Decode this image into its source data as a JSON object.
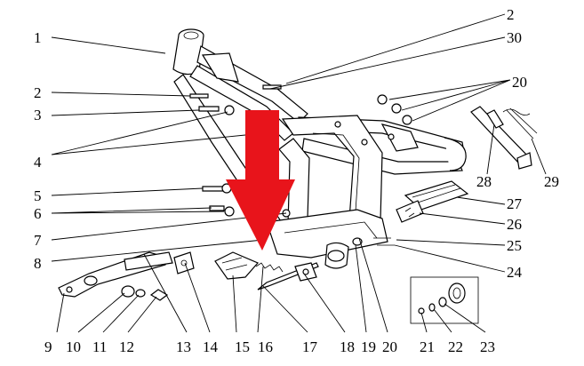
{
  "diagram": {
    "labels": {
      "l1": "1",
      "l2a": "2",
      "l2b": "2",
      "l30": "30",
      "l20a": "20",
      "l3": "3",
      "l4": "4",
      "l5": "5",
      "l6": "6",
      "l7": "7",
      "l8": "8",
      "l27": "27",
      "l26": "26",
      "l25": "25",
      "l24": "24",
      "l28": "28",
      "l29": "29",
      "l9": "9",
      "l10": "10",
      "l11": "11",
      "l12": "12",
      "l13": "13",
      "l14": "14",
      "l15": "15",
      "l16": "16",
      "l17": "17",
      "l18": "18",
      "l19": "19",
      "l20b": "20",
      "l21": "21",
      "l22": "22",
      "l23": "23"
    },
    "colors": {
      "arrow": "#e8141b",
      "line": "#000000"
    }
  }
}
